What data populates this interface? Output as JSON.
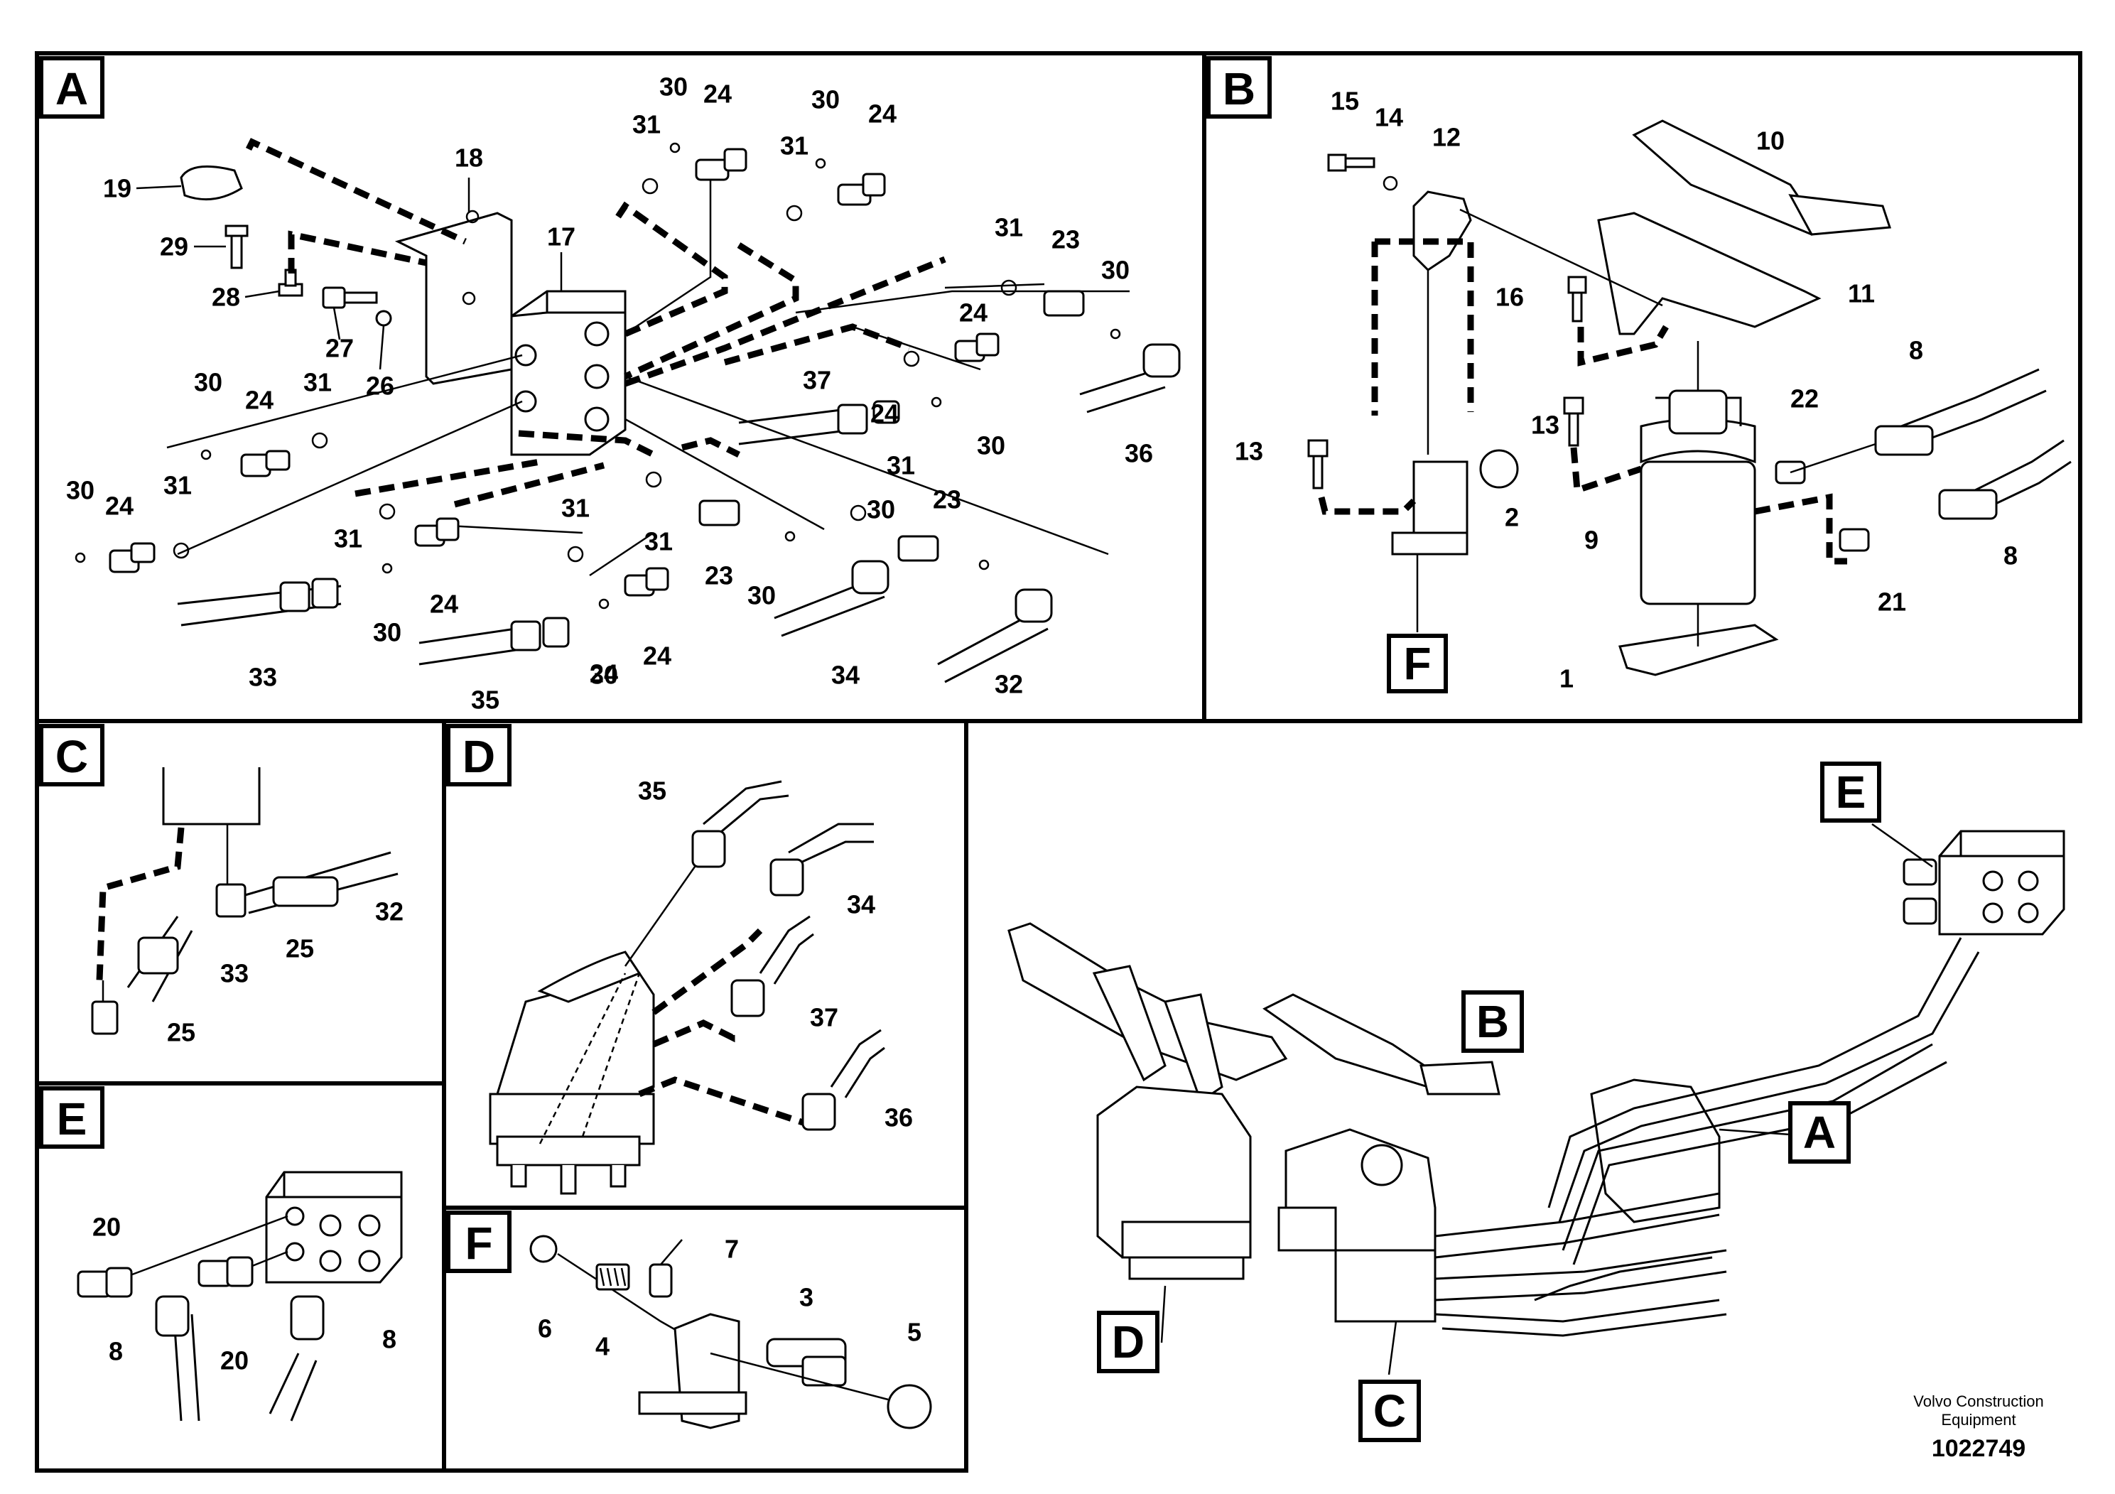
{
  "panels": {
    "A": {
      "letter": "A"
    },
    "B": {
      "letter": "B"
    },
    "C": {
      "letter": "C"
    },
    "D": {
      "letter": "D"
    },
    "E": {
      "letter": "E"
    },
    "F": {
      "letter": "F"
    }
  },
  "overview": {
    "A": "A",
    "B": "B",
    "C": "C",
    "D": "D",
    "E": "E"
  },
  "b_sub": "F",
  "footer": {
    "line1": "Volvo Construction",
    "line2": "Equipment",
    "number": "1022749"
  },
  "labels": {
    "a": [
      "19",
      "29",
      "28",
      "18",
      "17",
      "27",
      "26",
      "30",
      "24",
      "31",
      "30",
      "24",
      "31",
      "30",
      "24",
      "31",
      "30",
      "24",
      "31",
      "23",
      "30",
      "31",
      "24",
      "37",
      "30",
      "36",
      "31",
      "23",
      "30",
      "24",
      "31",
      "24",
      "31",
      "23",
      "30",
      "31",
      "30",
      "24",
      "33",
      "30",
      "24",
      "35",
      "30",
      "34",
      "32"
    ],
    "b": [
      "15",
      "14",
      "12",
      "10",
      "11",
      "16",
      "13",
      "13",
      "2",
      "22",
      "8",
      "9",
      "21",
      "8",
      "1"
    ],
    "c": [
      "32",
      "33",
      "25",
      "25"
    ],
    "d": [
      "35",
      "34",
      "37",
      "36"
    ],
    "e": [
      "20",
      "8",
      "20",
      "8"
    ],
    "f": [
      "7",
      "6",
      "4",
      "3",
      "5"
    ]
  }
}
